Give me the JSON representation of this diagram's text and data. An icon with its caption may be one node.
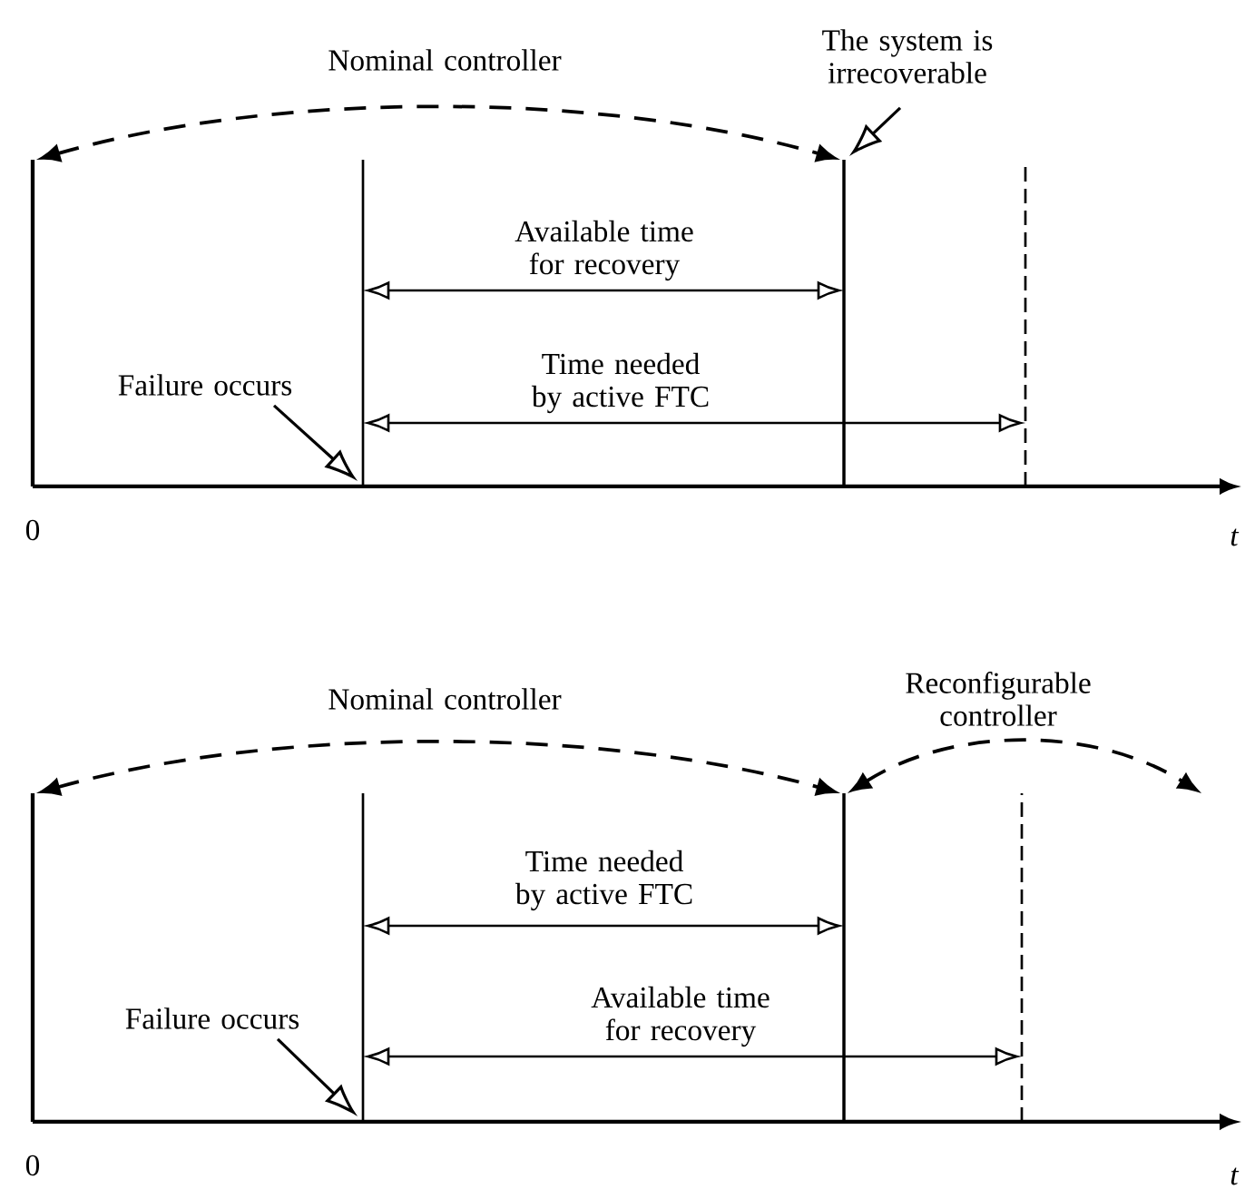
{
  "diagram": {
    "nodes": [
      {
        "text": [
          "The system is irrecoverable"
        ]
      },
      {
        "text": [
          "Failure occurs"
        ]
      },
      {
        "text": [
          "Failure occurs"
        ]
      }
    ],
    "edges": [
      {
        "from": 0,
        "to": null,
        "arrow": "to"
      },
      {
        "from": 1,
        "to": null,
        "arrow": "to"
      },
      {
        "from": 2,
        "to": null,
        "arrow": "to"
      }
    ],
    "labels": [
      "Nominal controller",
      "Available time for recovery",
      "Time needed by active FTC",
      "0",
      "t",
      "Nominal controller",
      "Reconfigurable controller",
      "Time needed by active FTC",
      "Available time for recovery",
      "0",
      "t"
    ]
  }
}
